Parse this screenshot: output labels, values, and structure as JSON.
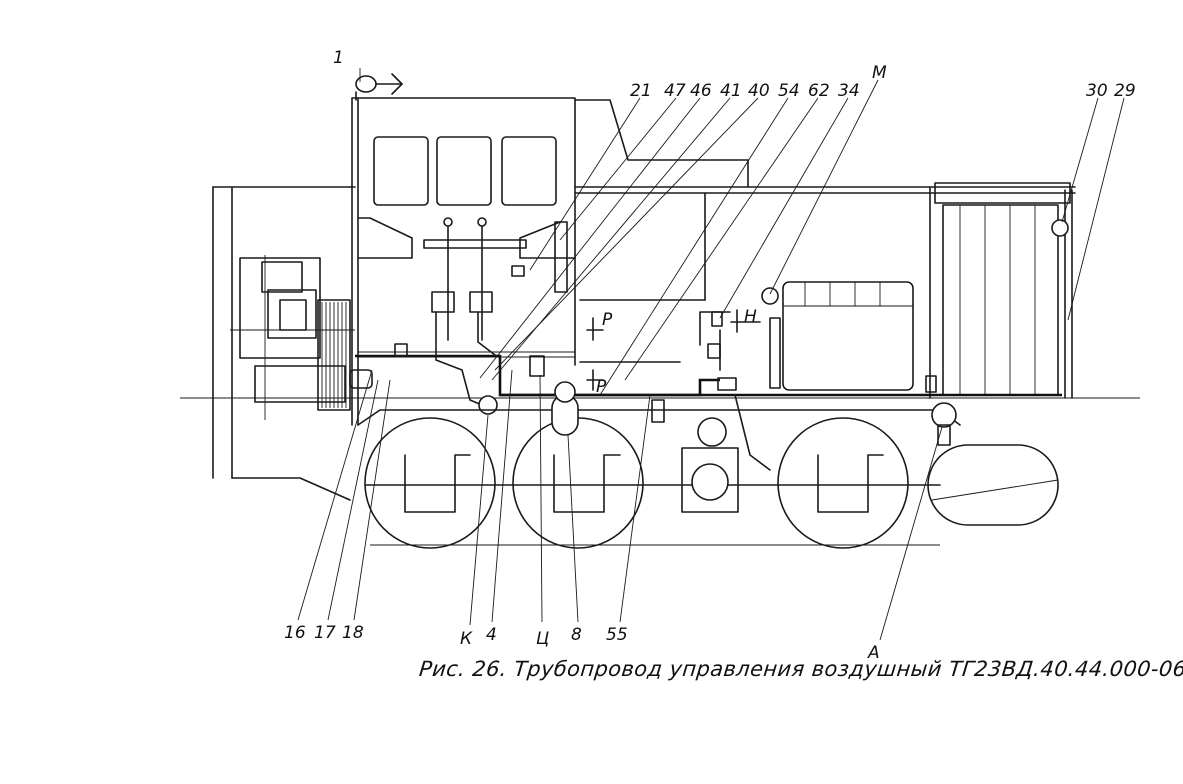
{
  "labels": {
    "top": [
      "1",
      "21",
      "47",
      "46",
      "41",
      "40",
      "54",
      "62",
      "34",
      "М",
      "30",
      "29"
    ],
    "side": [
      "Р",
      "Н",
      "Р"
    ],
    "bottom": [
      "16",
      "17",
      "18",
      "К",
      "4",
      "Ц",
      "8",
      "55",
      "А"
    ]
  },
  "caption": "Рис. 26. Трубопровод управления воздушный ТГ23ВД.40.44.000-06"
}
